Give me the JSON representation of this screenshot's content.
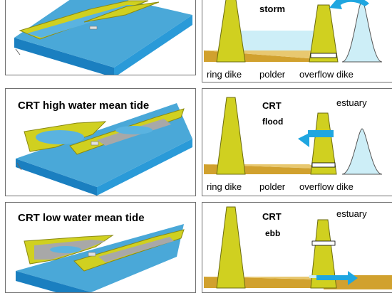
{
  "rows": [
    {
      "title": "",
      "labels": {
        "storm": "storm",
        "ring_dike": "ring dike",
        "polder": "polder",
        "overflow_dike": "overflow dike"
      }
    },
    {
      "title": "CRT high water mean tide",
      "labels": {
        "crt": "CRT",
        "flood": "flood",
        "estuary": "estuary",
        "ring_dike": "ring dike",
        "polder": "polder",
        "overflow_dike": "overflow dike"
      }
    },
    {
      "title": "CRT low water mean tide",
      "labels": {
        "crt": "CRT",
        "ebb": "ebb",
        "estuary": "estuary"
      }
    }
  ],
  "colors": {
    "water": "#2a9ad8",
    "water_light": "#cdeef7",
    "dike": "#d0d020",
    "dike_dark": "#8a8a12",
    "sediment": "#d1a12e",
    "mud": "#a8a8a8",
    "arrow": "#1fa6e0"
  }
}
